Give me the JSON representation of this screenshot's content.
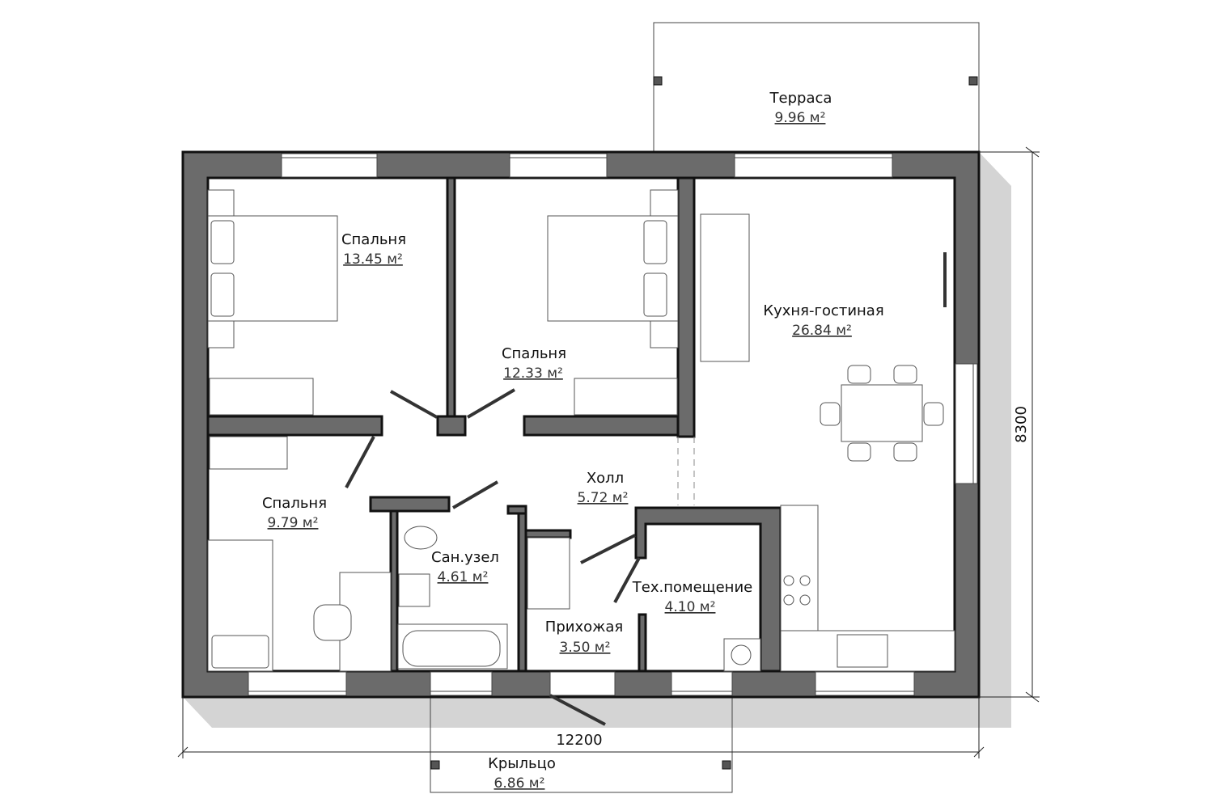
{
  "plan": {
    "rooms": [
      {
        "name": "Терраса",
        "area": "9.96 м²"
      },
      {
        "name": "Спальня",
        "area": "13.45 м²"
      },
      {
        "name": "Спальня",
        "area": "12.33 м²"
      },
      {
        "name": "Кухня-гостиная",
        "area": "26.84 м²"
      },
      {
        "name": "Спальня",
        "area": "9.79 м²"
      },
      {
        "name": "Холл",
        "area": "5.72 м²"
      },
      {
        "name": "Сан.узел",
        "area": "4.61 м²"
      },
      {
        "name": "Тех.помещение",
        "area": "4.10 м²"
      },
      {
        "name": "Прихожая",
        "area": "3.50 м²"
      },
      {
        "name": "Крыльцо",
        "area": "6.86 м²"
      }
    ],
    "dimensions": {
      "width": "12200",
      "depth": "8300"
    },
    "colors": {
      "wall": "#6b6b6b",
      "shadow": "#d4d4d4"
    }
  }
}
